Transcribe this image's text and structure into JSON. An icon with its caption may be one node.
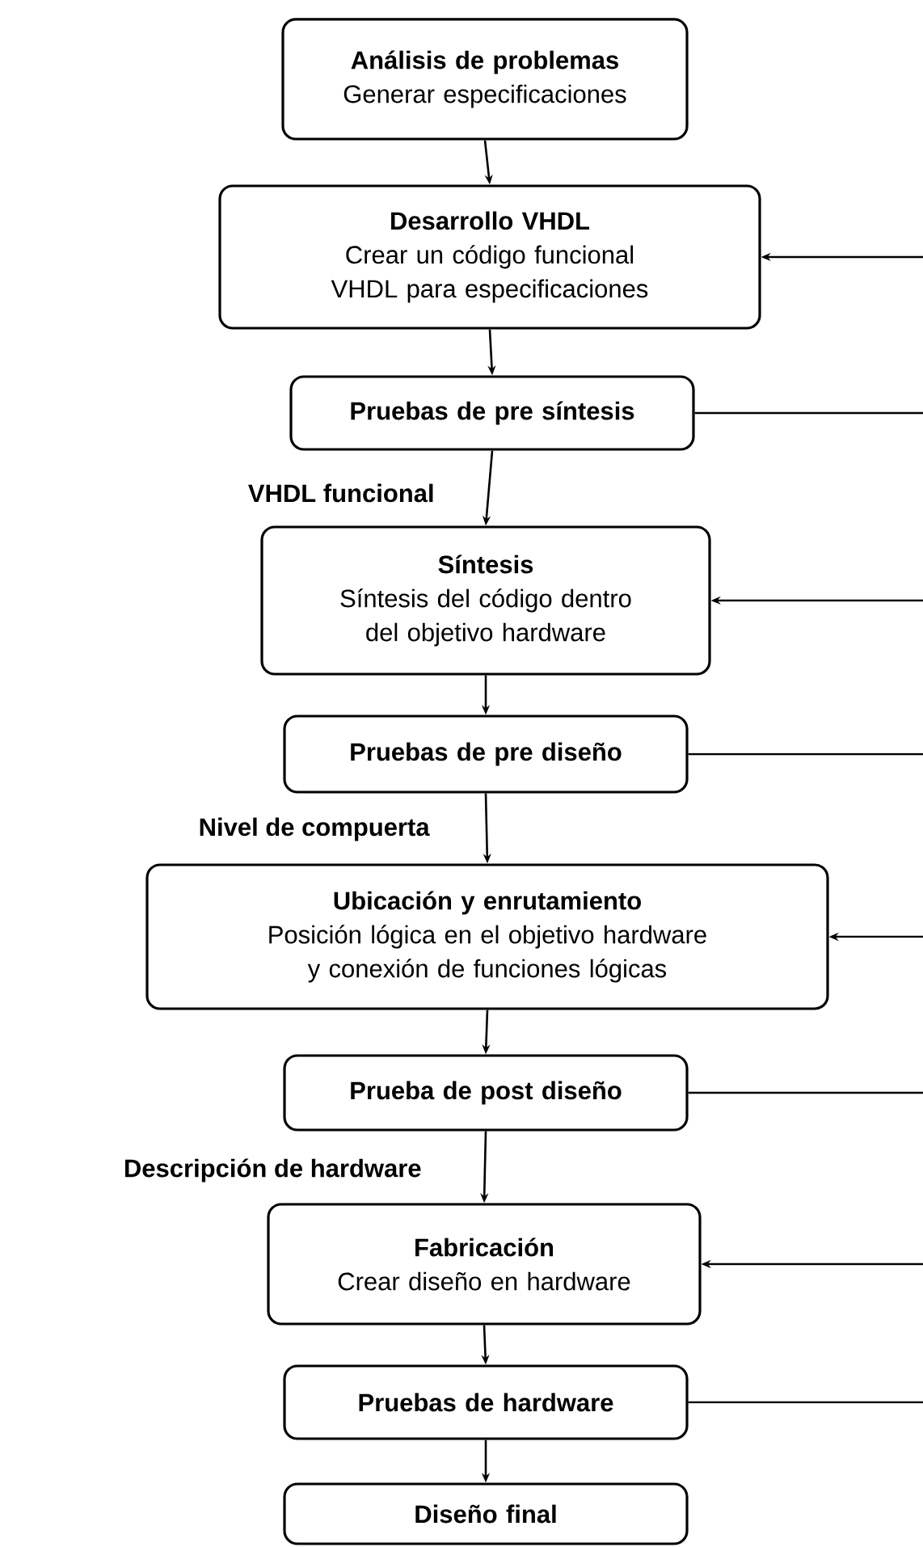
{
  "diagram": {
    "nodes": [
      {
        "text": [
          "Análisis de problemas",
          "Generar especificaciones"
        ]
      },
      {
        "text": [
          "Desarrollo VHDL",
          "Crear un código funcional VHDL para especificaciones"
        ]
      },
      {
        "text": [
          "Pruebas de pre síntesis"
        ]
      },
      {
        "text": [
          "Síntesis",
          "Síntesis del código dentro del objetivo hardware"
        ]
      },
      {
        "text": [
          "Pruebas de pre diseño"
        ]
      },
      {
        "text": [
          "Ubicación y enrutamiento",
          "Posición lógica en el objetivo hardware y conexión de funciones lógicas"
        ]
      },
      {
        "text": [
          "Prueba de post diseño"
        ]
      },
      {
        "text": [
          "Fabricación",
          "Crear diseño en hardware"
        ]
      },
      {
        "text": [
          "Pruebas de hardware"
        ]
      },
      {
        "text": [
          "Diseño final"
        ]
      }
    ],
    "edges": [
      {
        "from": 0,
        "to": 1,
        "arrow": "to"
      },
      {
        "from": 1,
        "to": 2,
        "arrow": "to"
      },
      {
        "from": 2,
        "to": 3,
        "arrow": "to",
        "label": "VHDL funcional"
      },
      {
        "from": 3,
        "to": 4,
        "arrow": "to"
      },
      {
        "from": 4,
        "to": 5,
        "arrow": "to",
        "label": "Nivel de compuerta"
      },
      {
        "from": 5,
        "to": 6,
        "arrow": "to"
      },
      {
        "from": 6,
        "to": 7,
        "arrow": "to",
        "label": "Descripción de hardware"
      },
      {
        "from": 7,
        "to": 8,
        "arrow": "to"
      },
      {
        "from": 8,
        "to": 9,
        "arrow": "to"
      },
      {
        "from": 2,
        "to": null,
        "arrow": "none"
      },
      {
        "from": null,
        "to": 1,
        "arrow": "to"
      },
      {
        "from": 4,
        "to": null,
        "arrow": "none"
      },
      {
        "from": null,
        "to": 3,
        "arrow": "to"
      },
      {
        "from": 6,
        "to": null,
        "arrow": "none"
      },
      {
        "from": null,
        "to": 5,
        "arrow": "to"
      },
      {
        "from": 8,
        "to": null,
        "arrow": "none"
      },
      {
        "from": null,
        "to": 7,
        "arrow": "to"
      }
    ]
  }
}
